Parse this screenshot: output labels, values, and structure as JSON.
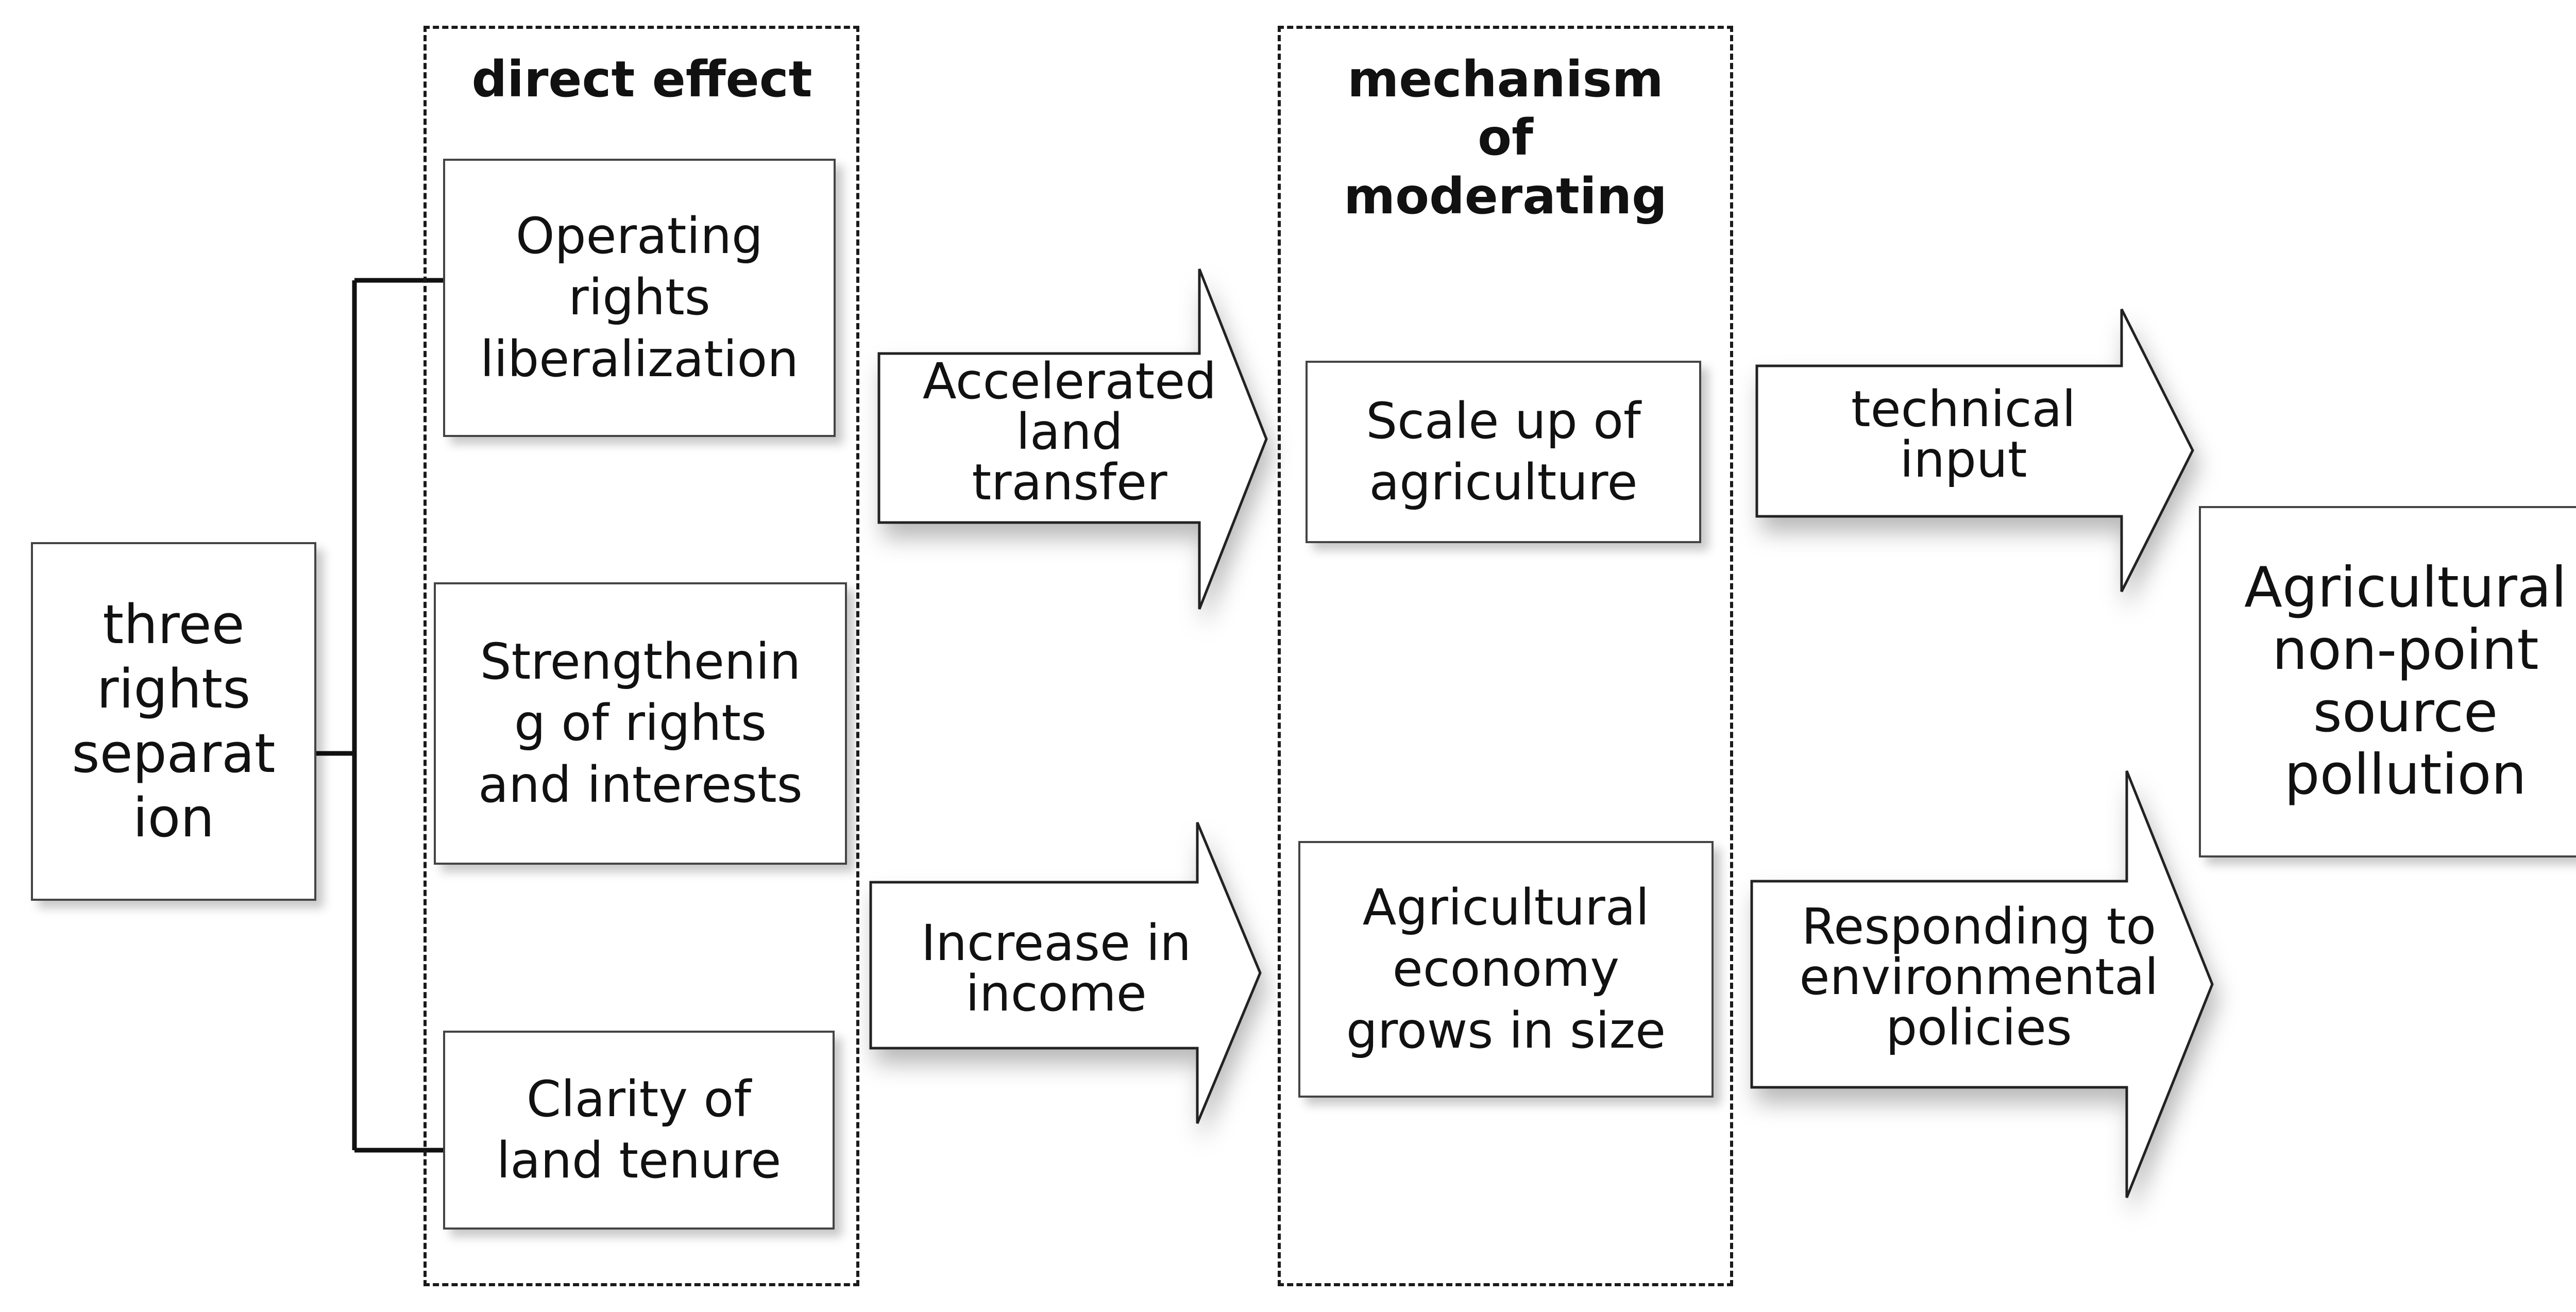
{
  "groups": {
    "direct_effect": {
      "title": "direct effect"
    },
    "moderating": {
      "title": "mechanism\nof\nmoderating"
    }
  },
  "nodes": {
    "source": {
      "label": "three\nrights\nseparat\nion"
    },
    "operating_rights": {
      "label": "Operating\nrights\nliberalization"
    },
    "strengthening": {
      "label": "Strengthenin\ng of rights\nand interests"
    },
    "clarity": {
      "label": "Clarity of\nland tenure"
    },
    "scale_up": {
      "label": "Scale up of\nagriculture"
    },
    "economy_grows": {
      "label": "Agricultural\neconomy\ngrows in size"
    },
    "outcome": {
      "label": "Agricultural\nnon-point\nsource\npollution"
    }
  },
  "arrows": {
    "land_transfer": {
      "label": "Accelerated\nland\ntransfer"
    },
    "income": {
      "label": "Increase in\nincome"
    },
    "technical": {
      "label": "technical\ninput"
    },
    "policies": {
      "label": "Responding to\nenvironmental\npolicies"
    }
  }
}
